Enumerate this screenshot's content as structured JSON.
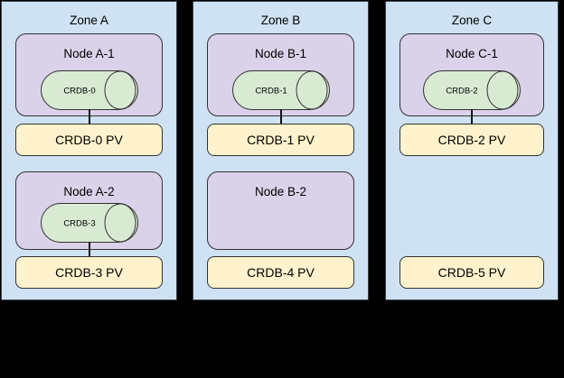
{
  "diagram": {
    "description": "Three availability zones with Kubernetes nodes, CRDB pods and persistent volumes",
    "colors": {
      "canvas_background": "#000000",
      "zone_fill": "#cfe2f3",
      "node_fill": "#d9d2e9",
      "cylinder_fill": "#d9ead3",
      "pv_fill": "#fff2cc",
      "border": "#333333"
    },
    "zones": [
      {
        "label": "Zone A",
        "node1": {
          "label": "Node A-1",
          "disk": "CRDB-0"
        },
        "pv1": "CRDB-0 PV",
        "node2": {
          "label": "Node A-2",
          "disk": "CRDB-3"
        },
        "pv2": "CRDB-3 PV"
      },
      {
        "label": "Zone B",
        "node1": {
          "label": "Node B-1",
          "disk": "CRDB-1"
        },
        "pv1": "CRDB-1 PV",
        "node2": {
          "label": "Node B-2"
        },
        "pv2": "CRDB-4 PV"
      },
      {
        "label": "Zone C",
        "node1": {
          "label": "Node C-1",
          "disk": "CRDB-2"
        },
        "pv1": "CRDB-2 PV",
        "pv2": "CRDB-5 PV"
      }
    ]
  }
}
